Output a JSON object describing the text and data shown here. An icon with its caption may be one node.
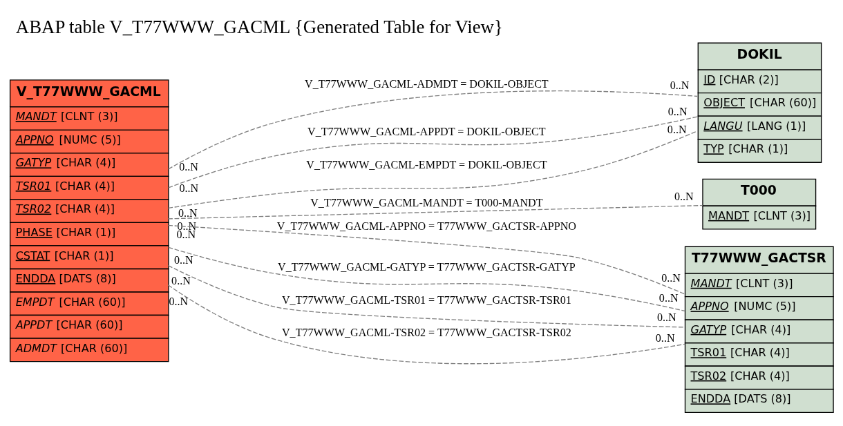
{
  "diagram": {
    "title": "ABAP table V_T77WWW_GACML {Generated Table for View}",
    "nodes": [
      {
        "text": [
          "V_T77WWW_GACML",
          "MANDT [CLNT (3)]",
          "APPNO [NUMC (5)]",
          "GATYP [CHAR (4)]",
          "TSR01 [CHAR (4)]",
          "TSR02 [CHAR (4)]",
          "PHASE [CHAR (1)]",
          "CSTAT [CHAR (1)]",
          "ENDDA [DATS (8)]",
          "EMPDT [CHAR (60)]",
          "APPDT [CHAR (60)]",
          "ADMDT [CHAR (60)]"
        ]
      },
      {
        "text": [
          "DOKIL",
          "ID [CHAR (2)]",
          "OBJECT [CHAR (60)]",
          "LANGU [LANG (1)]",
          "TYP [CHAR (1)]"
        ]
      },
      {
        "text": [
          "T000",
          "MANDT [CLNT (3)]"
        ]
      },
      {
        "text": [
          "T77WWW_GACTSR",
          "MANDT [CLNT (3)]",
          "APPNO [NUMC (5)]",
          "GATYP [CHAR (4)]",
          "TSR01 [CHAR (4)]",
          "TSR02 [CHAR (4)]",
          "ENDDA [DATS (8)]"
        ]
      }
    ],
    "edges": [
      {
        "from": 0,
        "to": 1,
        "arrow": "none",
        "label": "V_T77WWW_GACML-ADMDT = DOKIL-OBJECT",
        "style": "dashed"
      },
      {
        "from": 0,
        "to": 1,
        "arrow": "none",
        "label": "V_T77WWW_GACML-APPDT = DOKIL-OBJECT",
        "style": "dashed"
      },
      {
        "from": 0,
        "to": 1,
        "arrow": "none",
        "label": "V_T77WWW_GACML-EMPDT = DOKIL-OBJECT",
        "style": "dashed"
      },
      {
        "from": 0,
        "to": 2,
        "arrow": "none",
        "label": "V_T77WWW_GACML-MANDT = T000-MANDT",
        "style": "dashed"
      },
      {
        "from": 0,
        "to": 3,
        "arrow": "none",
        "label": "V_T77WWW_GACML-APPNO = T77WWW_GACTSR-APPNO",
        "style": "dashed"
      },
      {
        "from": 0,
        "to": 3,
        "arrow": "none",
        "label": "V_T77WWW_GACML-GATYP = T77WWW_GACTSR-GATYP",
        "style": "dashed"
      },
      {
        "from": 0,
        "to": 3,
        "arrow": "none",
        "label": "V_T77WWW_GACML-TSR01 = T77WWW_GACTSR-TSR01",
        "style": "dashed"
      },
      {
        "from": 0,
        "to": 3,
        "arrow": "none",
        "label": "V_T77WWW_GACML-TSR02 = T77WWW_GACTSR-TSR02",
        "style": "dashed"
      }
    ],
    "labels": [
      "0..N",
      "0..N",
      "0..N",
      "0..N",
      "0..N",
      "0..N",
      "0..N",
      "0..N",
      "0..N",
      "0..N",
      "0..N",
      "0..N",
      "0..N",
      "0..N",
      "0..N",
      "0..N"
    ]
  }
}
